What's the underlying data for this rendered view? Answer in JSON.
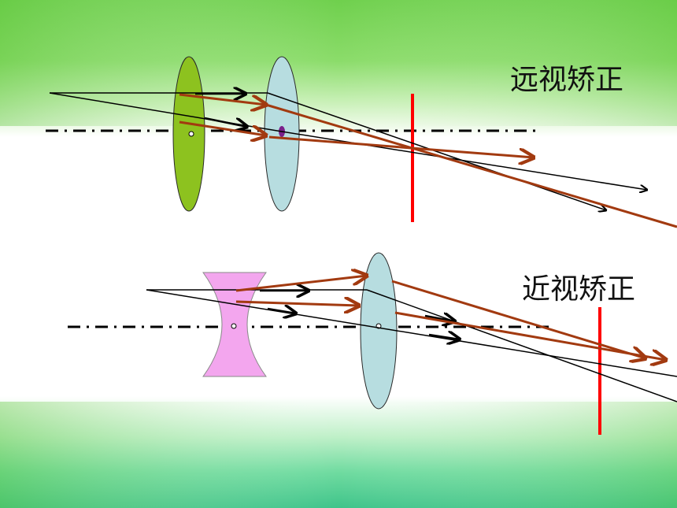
{
  "labels": {
    "hyperopia_correction": "远视矫正",
    "myopia_correction": "近视矫正"
  },
  "colors": {
    "background_green": "#7ed957",
    "background_white": "#ffffff",
    "converging_lens_fill": "#8dc21f",
    "eye_lens_fill": "#b7dde0",
    "diverging_lens_fill": "#f3a6ee",
    "ray_black": "#000000",
    "ray_brown": "#a23a10",
    "retina_red": "#ff0000",
    "axis_black": "#000000"
  },
  "icons": {
    "lens_center": "small-circle",
    "ray_arrow": "open-arrowhead"
  }
}
